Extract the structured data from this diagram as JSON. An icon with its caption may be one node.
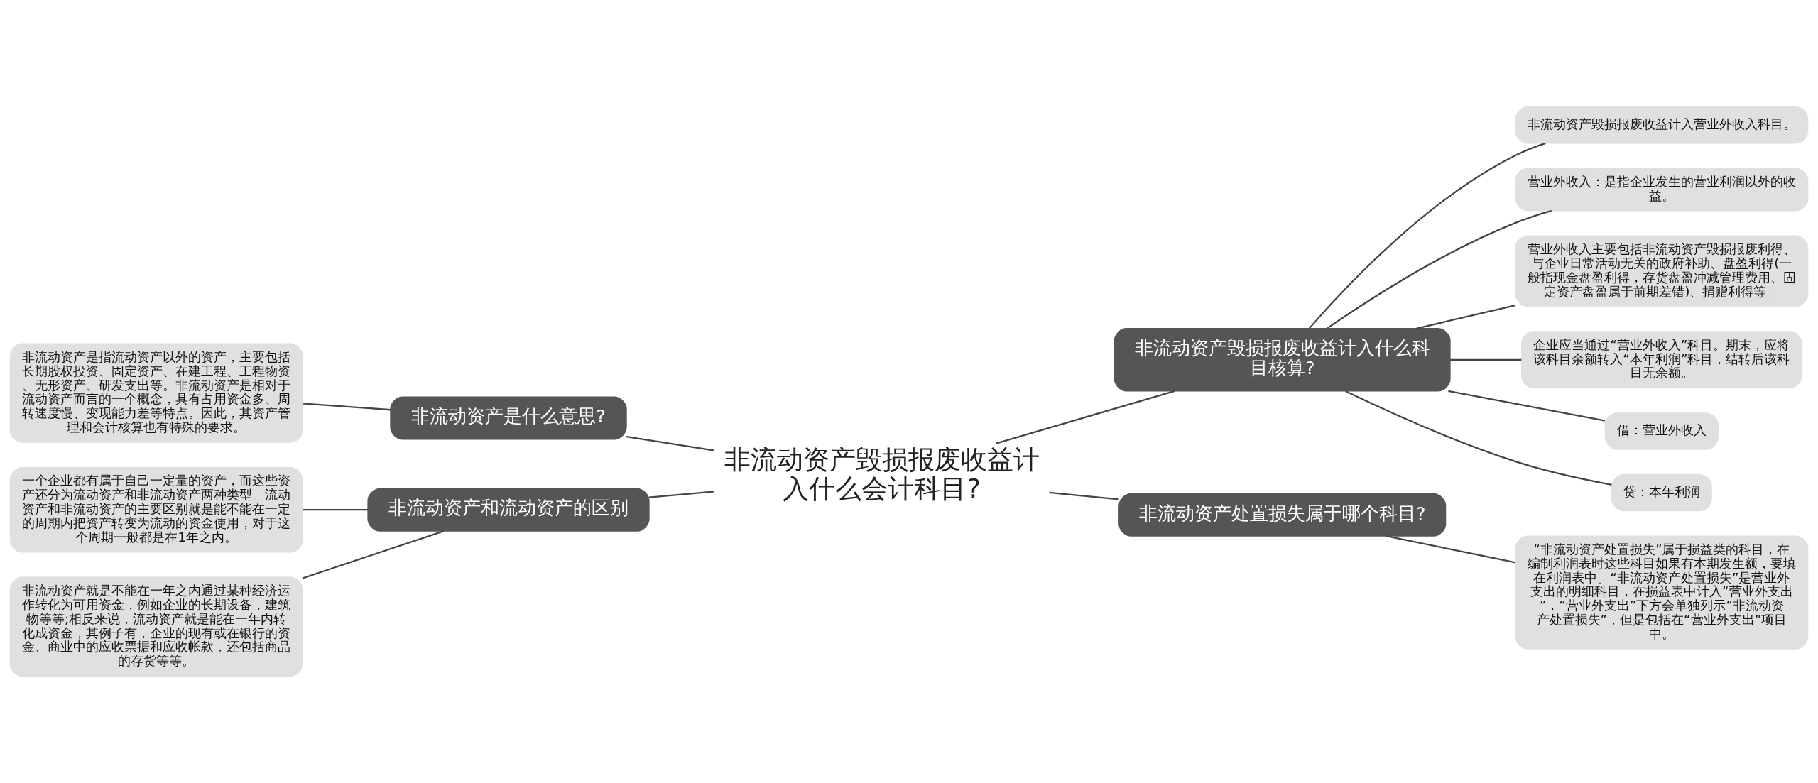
{
  "diagram": {
    "nodes": [
      {
        "text": [
          "非流动资产毁损报废收益计入什么会计科目?"
        ]
      },
      {
        "text": [
          "非流动资产毁损报废收益计入什么科目核算?"
        ]
      },
      {
        "text": [
          "非流动资产毁损报废收益计入营业外收入科目。"
        ]
      },
      {
        "text": [
          "营业外收入：是指企业发生的营业利润以外的收益。"
        ]
      },
      {
        "text": [
          "营业外收入主要包括非流动资产毁损报废利得、与企业日常活动无关的政府补助、盘盈利得(一般指现金盘盈利得，存货盘盈冲减管理费用、固定资产盘盈属于前期差错)、捐赠利得等。"
        ]
      },
      {
        "text": [
          "企业应当通过“营业外收入”科目。期末，应将该科目余额转入“本年利润”科目，结转后该科目无余额。"
        ]
      },
      {
        "text": [
          "借：营业外收入"
        ]
      },
      {
        "text": [
          "贷：本年利润"
        ]
      },
      {
        "text": [
          "非流动资产处置损失属于哪个科目?"
        ]
      },
      {
        "text": [
          "“非流动资产处置损失”属于损益类的科目，在编制利润表时这些科目如果有本期发生额，要填在利润表中。“非流动资产处置损失”是营业外支出的明细科目，在损益表中计入“营业外支出”，“营业外支出”下方会单独列示“非流动资产处置损失”，但是包括在“营业外支出”项目中。"
        ]
      },
      {
        "text": [
          "非流动资产是什么意思?"
        ]
      },
      {
        "text": [
          "非流动资产是指流动资产以外的资产，主要包括长期股权投资、固定资产、在建工程、工程物资、无形资产、研发支出等。非流动资产是相对于流动资产而言的一个概念，具有占用资金多、周转速度慢、变现能力差等特点。因此，其资产管理和会计核算也有特殊的要求。"
        ]
      },
      {
        "text": [
          "非流动资产和流动资产的区别"
        ]
      },
      {
        "text": [
          "一个企业都有属于自己一定量的资产，而这些资产还分为流动资产和非流动资产两种类型。流动资产和非流动资产的主要区别就是能不能在一定的周期内把资产转变为流动的资金使用，对于这个周期一般都是在1年之内。"
        ]
      },
      {
        "text": [
          "非流动资产就是不能在一年之内通过某种经济运作转化为可用资金，例如企业的长期设备，建筑物等等;相反来说，流动资产就是能在一年内转化成资金，其例子有，企业的现有或在银行的资金、商业中的应收票据和应收帐款，还包括商品的存货等等。"
        ]
      }
    ],
    "edges": [
      {
        "from": 0,
        "to": 1,
        "arrow": "none"
      },
      {
        "from": 1,
        "to": 2,
        "arrow": "none"
      },
      {
        "from": 1,
        "to": 3,
        "arrow": "none"
      },
      {
        "from": 1,
        "to": 4,
        "arrow": "none"
      },
      {
        "from": 1,
        "to": 5,
        "arrow": "none"
      },
      {
        "from": 1,
        "to": 6,
        "arrow": "none"
      },
      {
        "from": 1,
        "to": 7,
        "arrow": "none"
      },
      {
        "from": 0,
        "to": 8,
        "arrow": "none"
      },
      {
        "from": 8,
        "to": 9,
        "arrow": "none"
      },
      {
        "from": 0,
        "to": 10,
        "arrow": "none"
      },
      {
        "from": 10,
        "to": 11,
        "arrow": "none"
      },
      {
        "from": 0,
        "to": 12,
        "arrow": "none"
      },
      {
        "from": 12,
        "to": 13,
        "arrow": "none"
      },
      {
        "from": 12,
        "to": 14,
        "arrow": "none"
      }
    ]
  }
}
